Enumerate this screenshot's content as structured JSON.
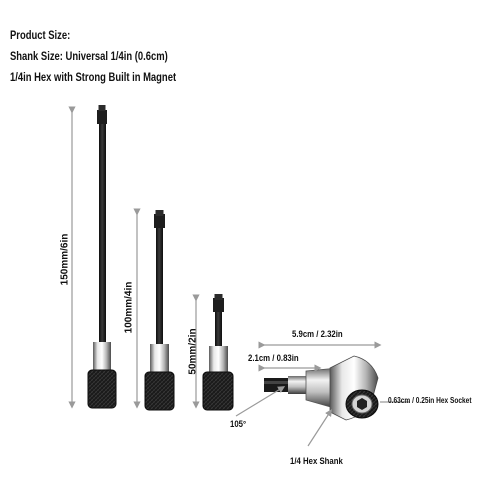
{
  "header": {
    "product_size": "Product Size:",
    "shank_size": "Shank Size: Universal 1/4in (0.6cm)",
    "hex_magnet": "1/4in Hex with Strong Built in Magnet"
  },
  "dimensions": {
    "long_bit": "150mm/6in",
    "medium_bit": "100mm/4in",
    "short_bit": "50mm/2in",
    "angle_length": "5.9cm / 2.32in",
    "angle_shank_length": "2.1cm / 0.83in",
    "socket": "0.63cm / 0.25in Hex Socket",
    "angle": "105°",
    "hex_shank": "1/4 Hex Shank"
  },
  "colors": {
    "arrow": "#9a9a9a",
    "metal_dark": "#1a1a1a",
    "chrome": "#c8c8c8"
  }
}
